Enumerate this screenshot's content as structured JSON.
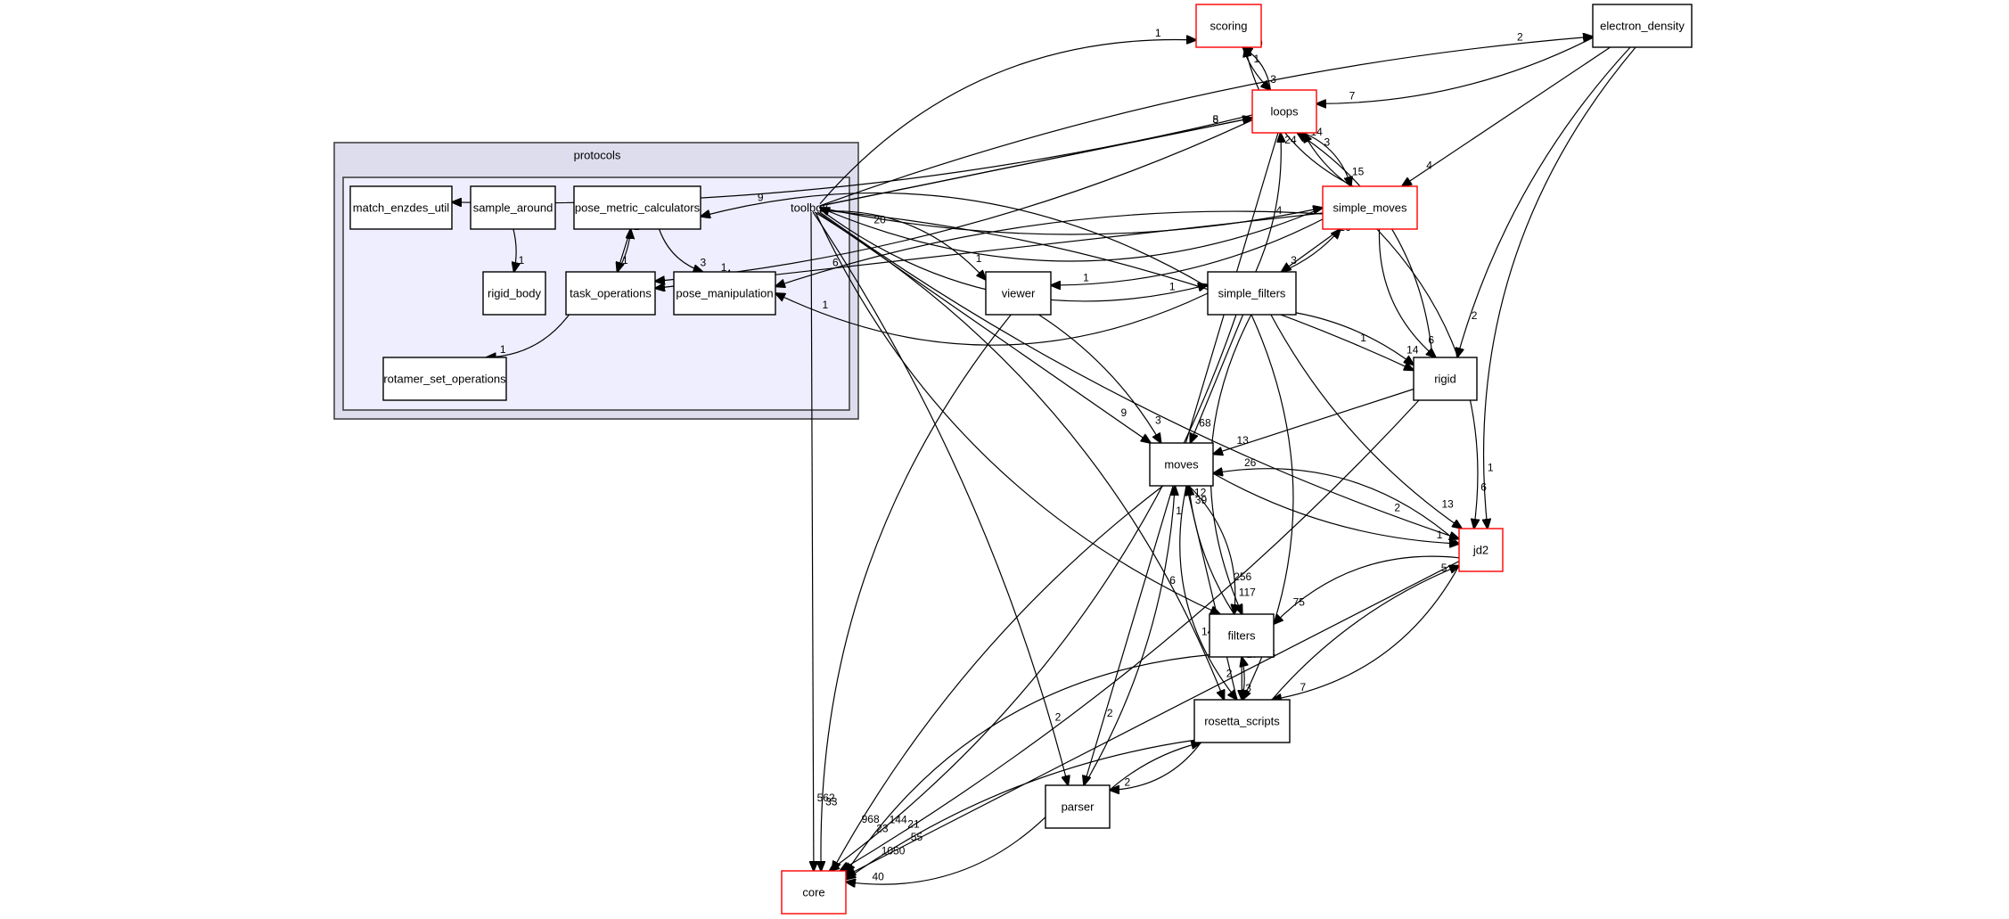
{
  "title": "Directory dependency graph for protocols/toolbox",
  "clusters": {
    "outer": {
      "label": "protocols",
      "fill": "#ddddee"
    },
    "inner": {
      "label": "toolbox",
      "fill": "#eeeeff"
    }
  },
  "colors": {
    "external_border": "#ff0000",
    "internal_border": "#000000",
    "edge": "#000000"
  },
  "nodes": [
    {
      "id": "match_enzdes_util",
      "label": "match_enzdes_util",
      "border": "black",
      "group": "toolbox"
    },
    {
      "id": "sample_around",
      "label": "sample_around",
      "border": "black",
      "group": "toolbox"
    },
    {
      "id": "pose_metric_calculators",
      "label": "pose_metric_calculators",
      "border": "black",
      "group": "toolbox"
    },
    {
      "id": "rigid_body",
      "label": "rigid_body",
      "border": "black",
      "group": "toolbox"
    },
    {
      "id": "task_operations",
      "label": "task_operations",
      "border": "black",
      "group": "toolbox"
    },
    {
      "id": "pose_manipulation",
      "label": "pose_manipulation",
      "border": "black",
      "group": "toolbox"
    },
    {
      "id": "rotamer_set_operations",
      "label": "rotamer_set_operations",
      "border": "black",
      "group": "toolbox"
    },
    {
      "id": "scoring",
      "label": "scoring",
      "border": "red",
      "group": "external"
    },
    {
      "id": "electron_density",
      "label": "electron_density",
      "border": "black",
      "group": "protocols"
    },
    {
      "id": "loops",
      "label": "loops",
      "border": "red",
      "group": "protocols"
    },
    {
      "id": "simple_moves",
      "label": "simple_moves",
      "border": "red",
      "group": "protocols"
    },
    {
      "id": "viewer",
      "label": "viewer",
      "border": "black",
      "group": "protocols"
    },
    {
      "id": "simple_filters",
      "label": "simple_filters",
      "border": "black",
      "group": "protocols"
    },
    {
      "id": "rigid",
      "label": "rigid",
      "border": "black",
      "group": "protocols"
    },
    {
      "id": "moves",
      "label": "moves",
      "border": "black",
      "group": "protocols"
    },
    {
      "id": "jd2",
      "label": "jd2",
      "border": "red",
      "group": "protocols"
    },
    {
      "id": "filters",
      "label": "filters",
      "border": "black",
      "group": "protocols"
    },
    {
      "id": "rosetta_scripts",
      "label": "rosetta_scripts",
      "border": "black",
      "group": "protocols"
    },
    {
      "id": "parser",
      "label": "parser",
      "border": "black",
      "group": "protocols"
    },
    {
      "id": "core",
      "label": "core",
      "border": "red",
      "group": "external"
    }
  ],
  "edges": [
    {
      "from": "toolbox",
      "to": "scoring",
      "label": "1"
    },
    {
      "from": "toolbox",
      "to": "electron_density",
      "label": "2"
    },
    {
      "from": "toolbox",
      "to": "loops",
      "label": "8"
    },
    {
      "from": "toolbox",
      "to": "simple_moves",
      "label": "4"
    },
    {
      "from": "toolbox",
      "to": "simple_filters",
      "label": "1"
    },
    {
      "from": "toolbox",
      "to": "viewer",
      "label": "1"
    },
    {
      "from": "toolbox",
      "to": "rigid",
      "label": "1"
    },
    {
      "from": "toolbox",
      "to": "moves",
      "label": "9"
    },
    {
      "from": "toolbox",
      "to": "jd2",
      "label": "2"
    },
    {
      "from": "toolbox",
      "to": "filters",
      "label": "6"
    },
    {
      "from": "toolbox",
      "to": "rosetta_scripts",
      "label": "14"
    },
    {
      "from": "toolbox",
      "to": "parser",
      "label": "2"
    },
    {
      "from": "toolbox",
      "to": "core",
      "label": "562"
    },
    {
      "from": "scoring",
      "to": "loops",
      "label": "3"
    },
    {
      "from": "loops",
      "to": "scoring",
      "label": "10"
    },
    {
      "from": "simple_moves",
      "to": "scoring",
      "label": "1"
    },
    {
      "from": "electron_density",
      "to": "loops",
      "label": "7"
    },
    {
      "from": "electron_density",
      "to": "simple_moves",
      "label": "4"
    },
    {
      "from": "electron_density",
      "to": "rigid",
      "label": "2"
    },
    {
      "from": "electron_density",
      "to": "jd2",
      "label": "1"
    },
    {
      "from": "loops",
      "to": "simple_moves",
      "label": "15"
    },
    {
      "from": "simple_moves",
      "to": "loops",
      "label": "14"
    },
    {
      "from": "toolbox",
      "to": "loops",
      "label": "5"
    },
    {
      "from": "simple_filters",
      "to": "loops",
      "label": "24"
    },
    {
      "from": "rigid",
      "to": "loops",
      "label": "3"
    },
    {
      "from": "simple_moves",
      "to": "toolbox",
      "label": "20"
    },
    {
      "from": "simple_moves",
      "to": "viewer",
      "label": "1"
    },
    {
      "from": "simple_moves",
      "to": "simple_filters",
      "label": "3"
    },
    {
      "from": "simple_filters",
      "to": "simple_moves",
      "label": "16"
    },
    {
      "from": "simple_moves",
      "to": "rigid",
      "label": "6"
    },
    {
      "from": "simple_moves",
      "to": "jd2",
      "label": "6"
    },
    {
      "from": "simple_filters",
      "to": "rigid",
      "label": "14"
    },
    {
      "from": "simple_filters",
      "to": "moves",
      "label": "68"
    },
    {
      "from": "simple_filters",
      "to": "jd2",
      "label": "13"
    },
    {
      "from": "simple_filters",
      "to": "filters",
      "label": "256"
    },
    {
      "from": "simple_filters",
      "to": "rosetta_scripts",
      "label": "45"
    },
    {
      "from": "viewer",
      "to": "moves",
      "label": "3"
    },
    {
      "from": "rigid",
      "to": "moves",
      "label": "13"
    },
    {
      "from": "moves",
      "to": "jd2",
      "label": "1"
    },
    {
      "from": "jd2",
      "to": "moves",
      "label": "26"
    },
    {
      "from": "moves",
      "to": "filters",
      "label": "117"
    },
    {
      "from": "filters",
      "to": "moves",
      "label": "12"
    },
    {
      "from": "rosetta_scripts",
      "to": "moves",
      "label": "39"
    },
    {
      "from": "parser",
      "to": "moves",
      "label": "1"
    },
    {
      "from": "jd2",
      "to": "filters",
      "label": "75"
    },
    {
      "from": "jd2",
      "to": "rosetta_scripts",
      "label": "7"
    },
    {
      "from": "rosetta_scripts",
      "to": "jd2",
      "label": "5"
    },
    {
      "from": "filters",
      "to": "rosetta_scripts",
      "label": "3"
    },
    {
      "from": "rosetta_scripts",
      "to": "filters",
      "label": "17"
    },
    {
      "from": "moves",
      "to": "rosetta_scripts",
      "label": "2"
    },
    {
      "from": "rosetta_scripts",
      "to": "parser",
      "label": "2"
    },
    {
      "from": "parser",
      "to": "rosetta_scripts",
      "label": "1"
    },
    {
      "from": "loops",
      "to": "parser",
      "label": "2"
    },
    {
      "from": "moves",
      "to": "core",
      "label": "968"
    },
    {
      "from": "viewer",
      "to": "core",
      "label": "33"
    },
    {
      "from": "simple_filters",
      "to": "core",
      "label": "144"
    },
    {
      "from": "rigid",
      "to": "core",
      "label": "21"
    },
    {
      "from": "jd2",
      "to": "core",
      "label": "55"
    },
    {
      "from": "rosetta_scripts",
      "to": "core",
      "label": "1050"
    },
    {
      "from": "filters",
      "to": "core",
      "label": "23"
    },
    {
      "from": "parser",
      "to": "core",
      "label": "40"
    }
  ],
  "internal_edges": [
    {
      "from": "sample_around",
      "to": "rigid_body",
      "label": "1"
    },
    {
      "from": "pose_metric_calculators",
      "to": "task_operations",
      "label": "1"
    },
    {
      "from": "task_operations",
      "to": "pose_metric_calculators",
      "label": "2"
    },
    {
      "from": "pose_metric_calculators",
      "to": "pose_manipulation",
      "label": "3"
    },
    {
      "from": "task_operations",
      "to": "rotamer_set_operations",
      "label": "1"
    },
    {
      "from": "loops",
      "to": "match_enzdes_util",
      "label": "6"
    },
    {
      "from": "simple_moves",
      "to": "task_operations",
      "label": "4"
    },
    {
      "from": "simple_moves",
      "to": "pose_manipulation",
      "label": "6"
    },
    {
      "from": "simple_filters",
      "to": "pose_metric_calculators",
      "label": "9"
    },
    {
      "from": "simple_filters",
      "to": "pose_manipulation",
      "label": "1"
    },
    {
      "from": "loops",
      "to": "task_operations",
      "label": "1"
    }
  ]
}
